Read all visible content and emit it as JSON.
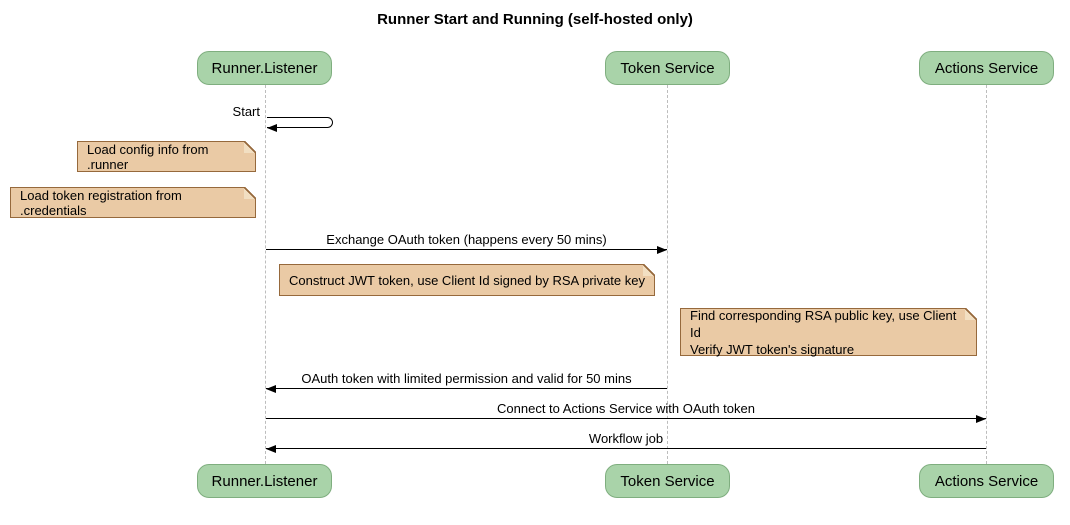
{
  "title": "Runner Start and Running (self-hosted only)",
  "diagram_type": "sequence",
  "colors": {
    "participant_fill": "#a9d3a9",
    "participant_border": "#7fae7f",
    "note_fill": "#eacaa5",
    "note_border": "#96693c",
    "lifeline": "#bdbdbd",
    "line": "#000000",
    "text": "#000000"
  },
  "participants": [
    {
      "name": "Runner.Listener"
    },
    {
      "name": "Token Service"
    },
    {
      "name": "Actions Service"
    }
  ],
  "messages": [
    {
      "label": "Start",
      "from": "Runner.Listener",
      "to": "Runner.Listener",
      "type": "self"
    },
    {
      "label": "Exchange OAuth token (happens every 50 mins)",
      "from": "Runner.Listener",
      "to": "Token Service",
      "type": "solid-arrow"
    },
    {
      "label": "OAuth token with limited permission and valid for 50 mins",
      "from": "Token Service",
      "to": "Runner.Listener",
      "type": "solid-arrow"
    },
    {
      "label": "Connect to Actions Service with OAuth token",
      "from": "Runner.Listener",
      "to": "Actions Service",
      "type": "solid-arrow"
    },
    {
      "label": "Workflow job",
      "from": "Actions Service",
      "to": "Runner.Listener",
      "type": "solid-arrow"
    }
  ],
  "notes": [
    {
      "text": "Load config info from .runner",
      "position": "left of Runner.Listener"
    },
    {
      "text": "Load token registration from .credentials",
      "position": "left of Runner.Listener"
    },
    {
      "text": "Construct JWT token, use Client Id signed by RSA private key",
      "position": "between Runner.Listener and Token Service"
    },
    {
      "lines": [
        "Find corresponding RSA public key, use Client Id",
        "Verify JWT token's signature"
      ],
      "position": "left of Actions Service"
    }
  ]
}
